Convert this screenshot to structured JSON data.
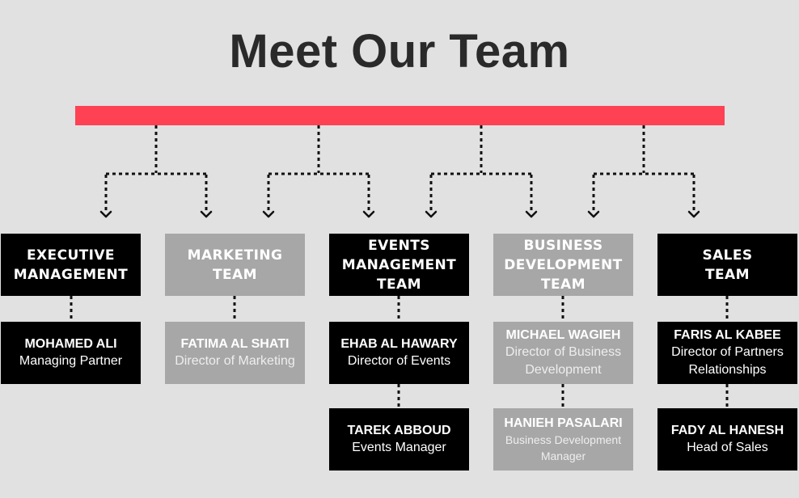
{
  "title": "Meet Our Team",
  "colors": {
    "accent": "#ff4154",
    "dark_box": "#000000",
    "light_box": "#a7a7a7",
    "background": "#e1e1e1"
  },
  "departments": [
    {
      "name": "EXECUTIVE\nMANAGEMENT",
      "style": "black",
      "members": [
        {
          "name": "MOHAMED ALI",
          "title": "Managing Partner"
        }
      ]
    },
    {
      "name": "MARKETING\nTEAM",
      "style": "grey",
      "members": [
        {
          "name": "FATIMA AL SHATI",
          "title": "Director of Marketing"
        }
      ]
    },
    {
      "name": "EVENTS\nMANAGEMENT\nTEAM",
      "style": "black",
      "members": [
        {
          "name": "EHAB AL HAWARY",
          "title": "Director of Events"
        },
        {
          "name": "TAREK ABBOUD",
          "title": "Events Manager"
        }
      ]
    },
    {
      "name": "BUSINESS\nDEVELOPMENT\nTEAM",
      "style": "grey",
      "members": [
        {
          "name": "MICHAEL WAGIEH",
          "title": "Director of Business\nDevelopment"
        },
        {
          "name": "HANIEH PASALARI",
          "title": "Business Development\nManager"
        }
      ]
    },
    {
      "name": "SALES\nTEAM",
      "style": "black",
      "members": [
        {
          "name": "FARIS AL KABEE",
          "title": "Director of Partners\nRelationships"
        },
        {
          "name": "FADY AL HANESH",
          "title": "Head of Sales"
        }
      ]
    }
  ]
}
